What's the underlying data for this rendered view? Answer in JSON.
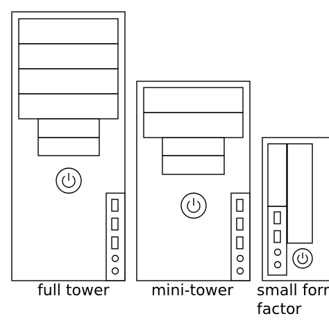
{
  "computers": [
    {
      "label": "full tower"
    },
    {
      "label": "mini-tower"
    },
    {
      "label_line1": "small form",
      "label_line2": "factor"
    }
  ],
  "colors": {
    "stroke": "#000000",
    "background": "#ffffff"
  },
  "icons": [
    "power-icon",
    "usb-port-icon",
    "audio-jack-icon"
  ]
}
